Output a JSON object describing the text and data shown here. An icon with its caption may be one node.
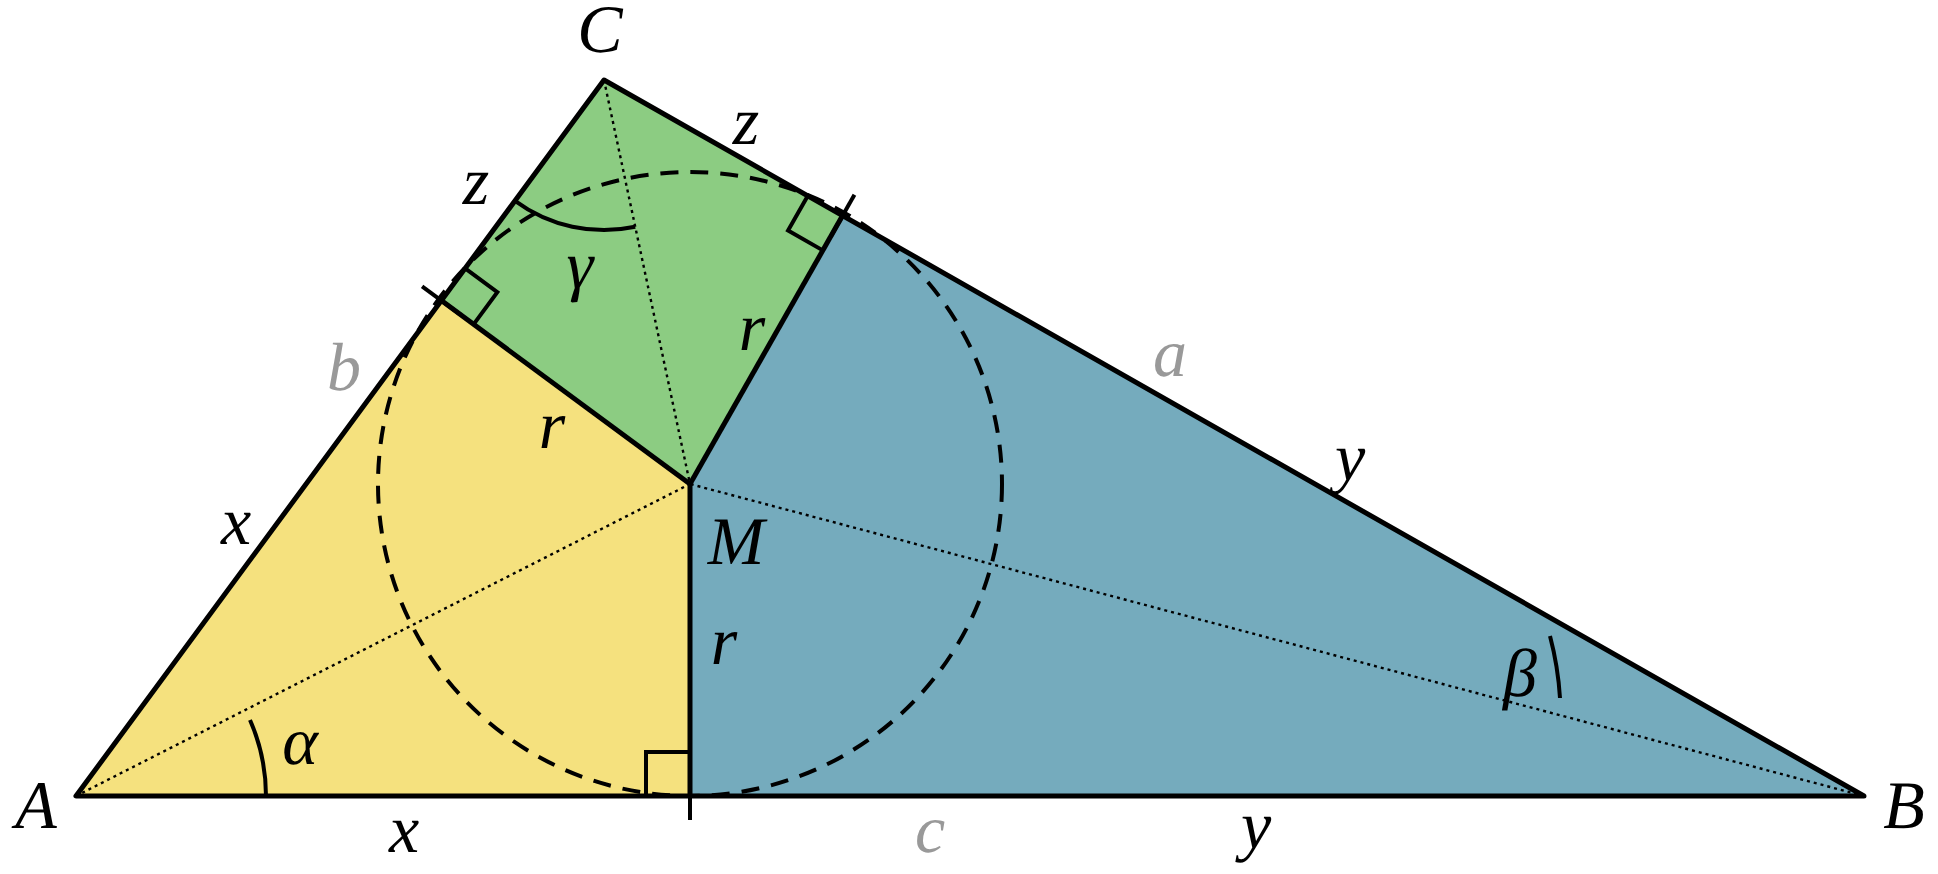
{
  "diagram": {
    "labels": [
      "C",
      "z",
      "z",
      "γ",
      "r",
      "a",
      "b",
      "r",
      "y",
      "x",
      "M",
      "r",
      "β",
      "α",
      "A",
      "x",
      "c",
      "y",
      "B"
    ]
  }
}
